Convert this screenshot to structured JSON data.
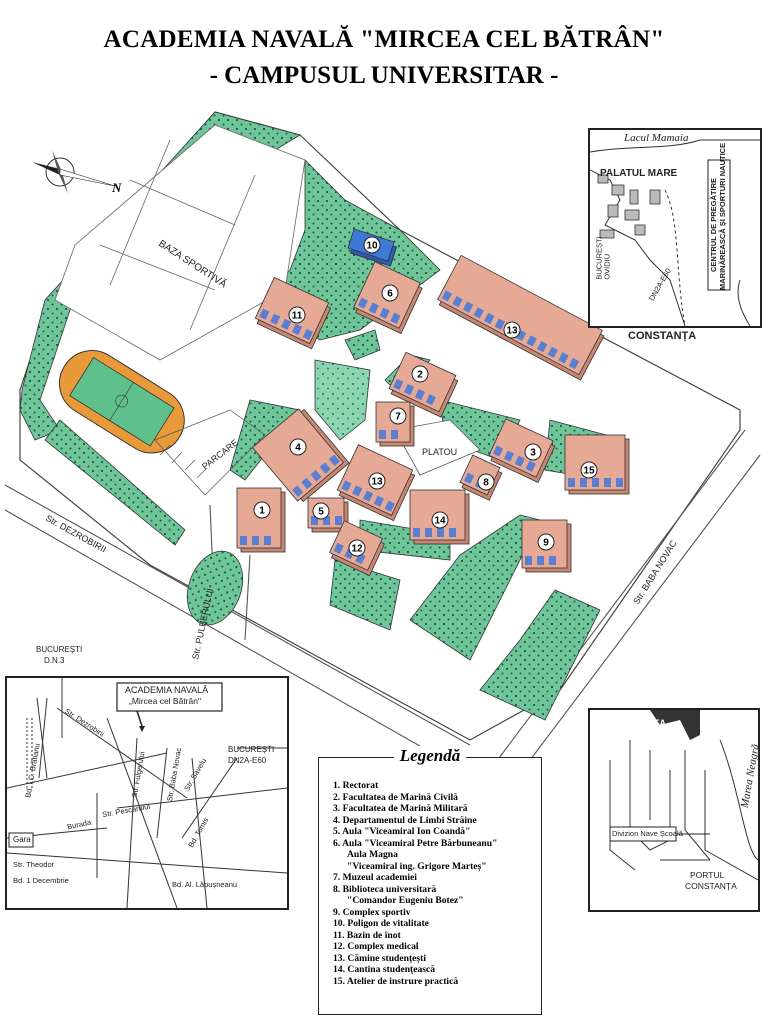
{
  "title": {
    "line1": "ACADEMIA NAVALĂ \"MIRCEA CEL BĂTRÂN\"",
    "line2": "- CAMPUSUL UNIVERSITAR -"
  },
  "map_labels": {
    "baza_sportiva": "BAZA SPORTIVĂ",
    "parcare": "PARCARE",
    "platou": "PLATOU",
    "str_dezrobirii": "Str. DEZROBIRII",
    "str_pulberului": "Str. PULBERULUI",
    "str_baba_novac": "Str. BABA NOVAC",
    "north": "N"
  },
  "buildings": [
    {
      "num": "1"
    },
    {
      "num": "2"
    },
    {
      "num": "3"
    },
    {
      "num": "4"
    },
    {
      "num": "5"
    },
    {
      "num": "6"
    },
    {
      "num": "7"
    },
    {
      "num": "8"
    },
    {
      "num": "9"
    },
    {
      "num": "10"
    },
    {
      "num": "11"
    },
    {
      "num": "12"
    },
    {
      "num": "13"
    },
    {
      "num": "13"
    },
    {
      "num": "14"
    },
    {
      "num": "15"
    }
  ],
  "inset_top_right": {
    "lake": "Lacul Mamaia",
    "palace": "PALATUL MARE",
    "center_line1": "CENTRUL DE PREGĂTIRE",
    "center_line2": "MARINĂREASCĂ ȘI SPORTURI NAUTICE",
    "bucuresti": "BUCUREȘTI",
    "ovidiu": "OVIDIU",
    "road": "DN2A-E60",
    "city": "CONSTANȚA"
  },
  "inset_bottom_left": {
    "bucuresti_dn3": "BUCUREȘTI",
    "dn3": "D.N.3",
    "academy_line1": "ACADEMIA NAVALĂ",
    "academy_line2": "„Mircea cel Bătrân\"",
    "bucuresti_e60": "BUCUREȘTI",
    "dn2a": "DN2A-E60",
    "gara": "Gara",
    "str_dezrobirii": "Str. Dezrobirii",
    "str_fulgerului": "Str. Fulgerului",
    "str_baba_novac": "Str. Baba Novac",
    "str_savelu": "Str. Savelu",
    "bd_bratianu": "Bd. I.C. Brătianu",
    "str_theodor": "Str. Theodor",
    "burada": "Burada",
    "str_pescarului": "Str. Pescarului",
    "bd_tomis": "Bd. Tomis",
    "bd_1dec": "Bd. 1 Decembrie",
    "bd_lapusneanu": "Bd. Al. Lăpușneanu"
  },
  "inset_bottom_right": {
    "city": "CONSTANȚA",
    "sea": "Marea Neagră",
    "division": "Divizion Nave Școală",
    "port_line1": "PORTUL",
    "port_line2": "CONSTANȚA"
  },
  "legend": {
    "title": "Legendă",
    "items": [
      {
        "text": "1. Rectorat"
      },
      {
        "text": "2. Facultatea de Marină Civilă"
      },
      {
        "text": "3. Facultatea de Marină Militară"
      },
      {
        "text": "4. Departamentul de Limbi Străine"
      },
      {
        "text": "5. Aula \"Viceamiral Ion Coandă\""
      },
      {
        "text": "6. Aula \"Viceamiral Petre Bărbuneanu\""
      },
      {
        "text": "Aula Magna",
        "indent": true
      },
      {
        "text": "\"Viceamiral ing. Grigore Marteș\"",
        "indent": true
      },
      {
        "text": "7. Muzeul academiei"
      },
      {
        "text": "8. Biblioteca universitară"
      },
      {
        "text": "\"Comandor Eugeniu Botez\"",
        "indent": true
      },
      {
        "text": "9. Complex sportiv"
      },
      {
        "text": "10. Poligon de vitalitate"
      },
      {
        "text": "11. Bazin de înot"
      },
      {
        "text": "12. Complex medical"
      },
      {
        "text": "13. Cămine studențești"
      },
      {
        "text": "14. Cantina studențească"
      },
      {
        "text": "15. Atelier de instrure practică"
      }
    ]
  },
  "colors": {
    "grass": "#6fc59a",
    "building": "#e5a996",
    "building_dark": "#c98772",
    "window": "#5b7fd0",
    "track": "#e89a3a",
    "field": "#5fc08b",
    "pool": "#3f79d6"
  }
}
